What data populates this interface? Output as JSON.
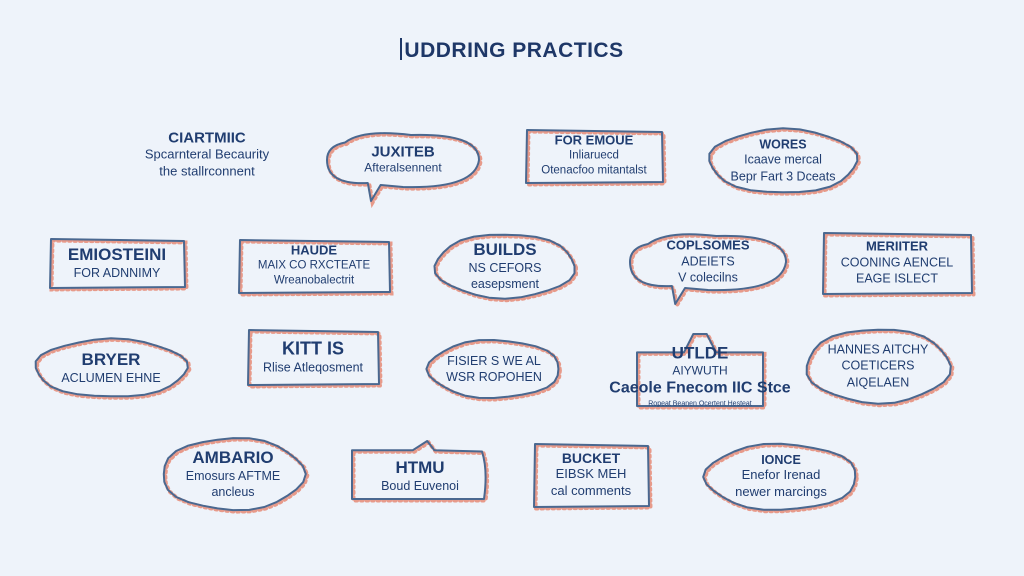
{
  "title": "UDDRING PRACTICS",
  "colors": {
    "outline": "#4a6890",
    "dots": "#e79a8a",
    "text": "#203d70",
    "background": "#eef3fa"
  },
  "nodes": [
    {
      "id": "n1",
      "shape": "none",
      "head": "CIARTMIIC",
      "lines": [
        "Spcarnteral Becaurity",
        "the stallrconnent"
      ]
    },
    {
      "id": "n2",
      "shape": "cloud",
      "head": "JUXITEB",
      "lines": [
        "Afteralsennent"
      ]
    },
    {
      "id": "n3",
      "shape": "rect",
      "head": "FOR EMOUE",
      "lines": [
        "Inliaruecd",
        "Otenacfoo mitantalst"
      ]
    },
    {
      "id": "n4",
      "shape": "ellipse",
      "head": "WORES",
      "lines": [
        "Icaave mercal",
        "Bepr Fart 3 Dceats"
      ]
    },
    {
      "id": "n5",
      "shape": "rect",
      "head": "EMIOSTEINI",
      "lines": [
        "FOR ADNNIMY"
      ]
    },
    {
      "id": "n6",
      "shape": "rect",
      "head": "HAUDE",
      "lines": [
        "MAIX CO RXCTEATE",
        "Wreanobalectrit"
      ]
    },
    {
      "id": "n7",
      "shape": "ellipse",
      "head": "BUILDS",
      "lines": [
        "NS CEFORS",
        "easepsment"
      ]
    },
    {
      "id": "n8",
      "shape": "cloud",
      "head": "COPLSOMES",
      "lines": [
        "ADEIETS",
        "V colecilns"
      ]
    },
    {
      "id": "n9",
      "shape": "rect",
      "head": "MERIITER",
      "lines": [
        "COONING AENCEL",
        "EAGE ISLECT"
      ]
    },
    {
      "id": "n10",
      "shape": "ellipse",
      "head": "BRYER",
      "lines": [
        "ACLUMEN EHNE"
      ]
    },
    {
      "id": "n11",
      "shape": "rect",
      "head": "KITT IS",
      "lines": [
        "Rlise Atleqosment"
      ]
    },
    {
      "id": "n12",
      "shape": "ellipse",
      "head": "",
      "lines": [
        "FISIER S WE AL",
        "WSR ROPOHEN"
      ]
    },
    {
      "id": "n13",
      "shape": "house",
      "head": "UTLDE",
      "lines": [
        "AIYWUTH",
        "Caeole Fnecom IIC Stce",
        "Ropeat Beanen Ocertent Hesteat"
      ]
    },
    {
      "id": "n14",
      "shape": "ellipse",
      "head": "",
      "lines": [
        "HANNES AITCHY",
        "COETICERS",
        "AIQELAEN"
      ]
    },
    {
      "id": "n15",
      "shape": "ellipse",
      "head": "AMBARIO",
      "lines": [
        "Emosurs AFTME",
        "ancleus"
      ]
    },
    {
      "id": "n16",
      "shape": "tab",
      "head": "HTMU",
      "lines": [
        "Boud Euvenoi"
      ]
    },
    {
      "id": "n17",
      "shape": "rect",
      "head": "BUCKET",
      "lines": [
        "EIBSK MEH",
        "cal comments"
      ]
    },
    {
      "id": "n18",
      "shape": "ellipse",
      "head": "IONCE",
      "lines": [
        "Enefor Irenad",
        "newer marcings"
      ]
    }
  ]
}
